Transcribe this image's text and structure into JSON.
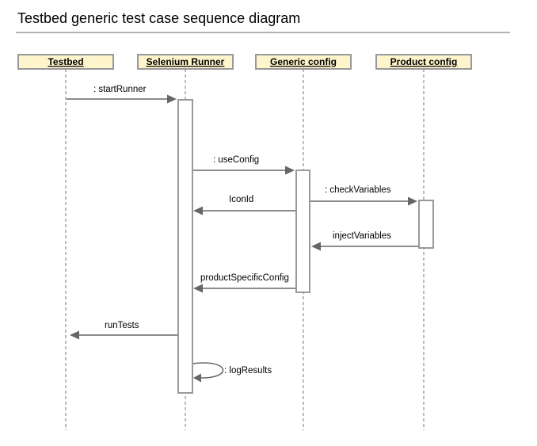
{
  "title": "Testbed generic test case sequence diagram",
  "colors": {
    "actor_fill": "#fff5cc",
    "actor_border": "#999999",
    "line": "#777777",
    "activation_border": "#999999",
    "arrow": "#666666",
    "rule": "#999999"
  },
  "actors": [
    {
      "id": "testbed",
      "label": "Testbed"
    },
    {
      "id": "selenium",
      "label": "Selenium Runner"
    },
    {
      "id": "generic",
      "label": "Generic config"
    },
    {
      "id": "product",
      "label": "Product config"
    }
  ],
  "messages": [
    {
      "id": "startRunner",
      "label": ": startRunner"
    },
    {
      "id": "useConfig",
      "label": ": useConfig"
    },
    {
      "id": "checkVariables",
      "label": ": checkVariables"
    },
    {
      "id": "IconId",
      "label": "IconId"
    },
    {
      "id": "injectVariables",
      "label": "injectVariables"
    },
    {
      "id": "productSpecificConfig",
      "label": "productSpecificConfig"
    },
    {
      "id": "runTests",
      "label": "runTests"
    },
    {
      "id": "logResults",
      "label": ": logResults"
    }
  ]
}
